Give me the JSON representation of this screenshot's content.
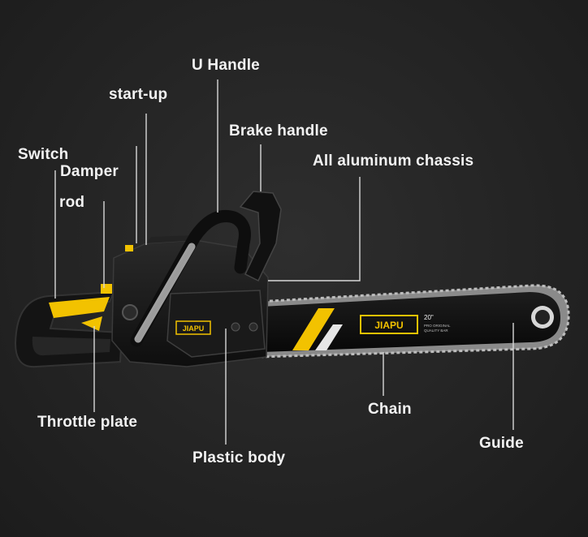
{
  "labels": {
    "u_handle": "U Handle",
    "start_up": "start-up",
    "brake_handle": "Brake handle",
    "switch": "Switch",
    "damper": "Damper",
    "all_aluminum_chassis": "All aluminum chassis",
    "rod": "rod",
    "throttle_plate": "Throttle plate",
    "chain": "Chain",
    "plastic_body": "Plastic body",
    "guide": "Guide"
  },
  "product": {
    "brand": "JIAPU",
    "bar_brand": "JIAPU",
    "bar_size": "20\"",
    "bar_fine_print_1": "PRO ORIGINAL",
    "bar_fine_print_2": "QUALITY BAR"
  },
  "colors": {
    "background": "#262626",
    "accent_yellow": "#f2c200",
    "body_black": "#141414",
    "label_text": "#f2f2f2",
    "leader_line": "#d8d8d8"
  }
}
